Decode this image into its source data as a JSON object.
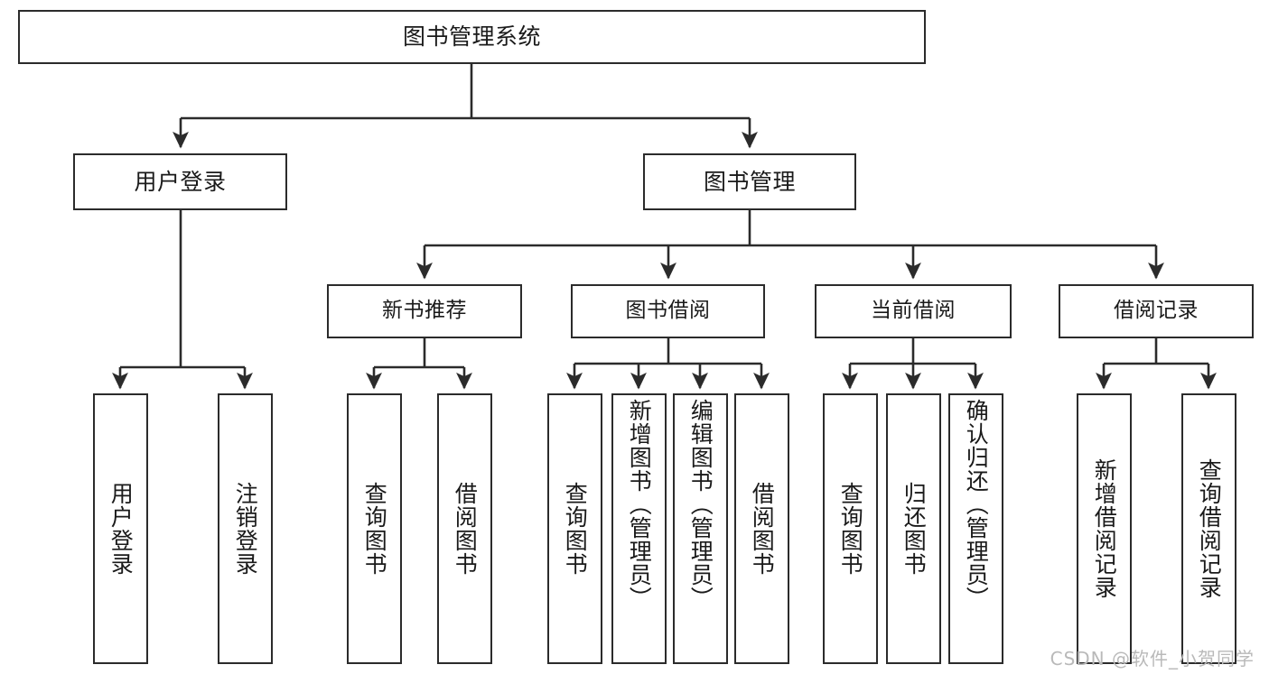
{
  "diagram": {
    "title": "图书管理系统",
    "type": "tree-hierarchy",
    "orientation": "top-down",
    "stroke_color": "#2b2b2b",
    "fill_color": "#ffffff",
    "text_color": "#1a1a1a"
  },
  "watermark": {
    "text": "CSDN @软件_小贺同学",
    "color": "#b9b9b9"
  },
  "nodes": {
    "root": {
      "label": "图书管理系统"
    },
    "level2": [
      {
        "label": "用户登录"
      },
      {
        "label": "图书管理"
      }
    ],
    "level3": [
      {
        "label": "新书推荐"
      },
      {
        "label": "图书借阅"
      },
      {
        "label": "当前借阅"
      },
      {
        "label": "借阅记录"
      }
    ],
    "leaves": {
      "user_login": [
        {
          "label": "用户登录"
        },
        {
          "label": "注销登录"
        }
      ],
      "new_book": [
        {
          "label": "查询图书"
        },
        {
          "label": "借阅图书"
        }
      ],
      "book_borrow": [
        {
          "label": "查询图书"
        },
        {
          "label": "新增图书（管理员）"
        },
        {
          "label": "编辑图书（管理员）"
        },
        {
          "label": "借阅图书"
        }
      ],
      "current_borrow": [
        {
          "label": "查询图书"
        },
        {
          "label": "归还图书"
        },
        {
          "label": "确认归还（管理员）"
        }
      ],
      "borrow_record": [
        {
          "label": "新增借阅记录"
        },
        {
          "label": "查询借阅记录"
        }
      ]
    }
  },
  "chart_data": {
    "type": "table",
    "title": "图书管理系统 功能结构图",
    "hierarchy": [
      {
        "name": "图书管理系统",
        "children": [
          {
            "name": "用户登录",
            "children": [
              {
                "name": "用户登录"
              },
              {
                "name": "注销登录"
              }
            ]
          },
          {
            "name": "图书管理",
            "children": [
              {
                "name": "新书推荐",
                "children": [
                  {
                    "name": "查询图书"
                  },
                  {
                    "name": "借阅图书"
                  }
                ]
              },
              {
                "name": "图书借阅",
                "children": [
                  {
                    "name": "查询图书"
                  },
                  {
                    "name": "新增图书（管理员）"
                  },
                  {
                    "name": "编辑图书（管理员）"
                  },
                  {
                    "name": "借阅图书"
                  }
                ]
              },
              {
                "name": "当前借阅",
                "children": [
                  {
                    "name": "查询图书"
                  },
                  {
                    "name": "归还图书"
                  },
                  {
                    "name": "确认归还（管理员）"
                  }
                ]
              },
              {
                "name": "借阅记录",
                "children": [
                  {
                    "name": "新增借阅记录"
                  },
                  {
                    "name": "查询借阅记录"
                  }
                ]
              }
            ]
          }
        ]
      }
    ]
  }
}
